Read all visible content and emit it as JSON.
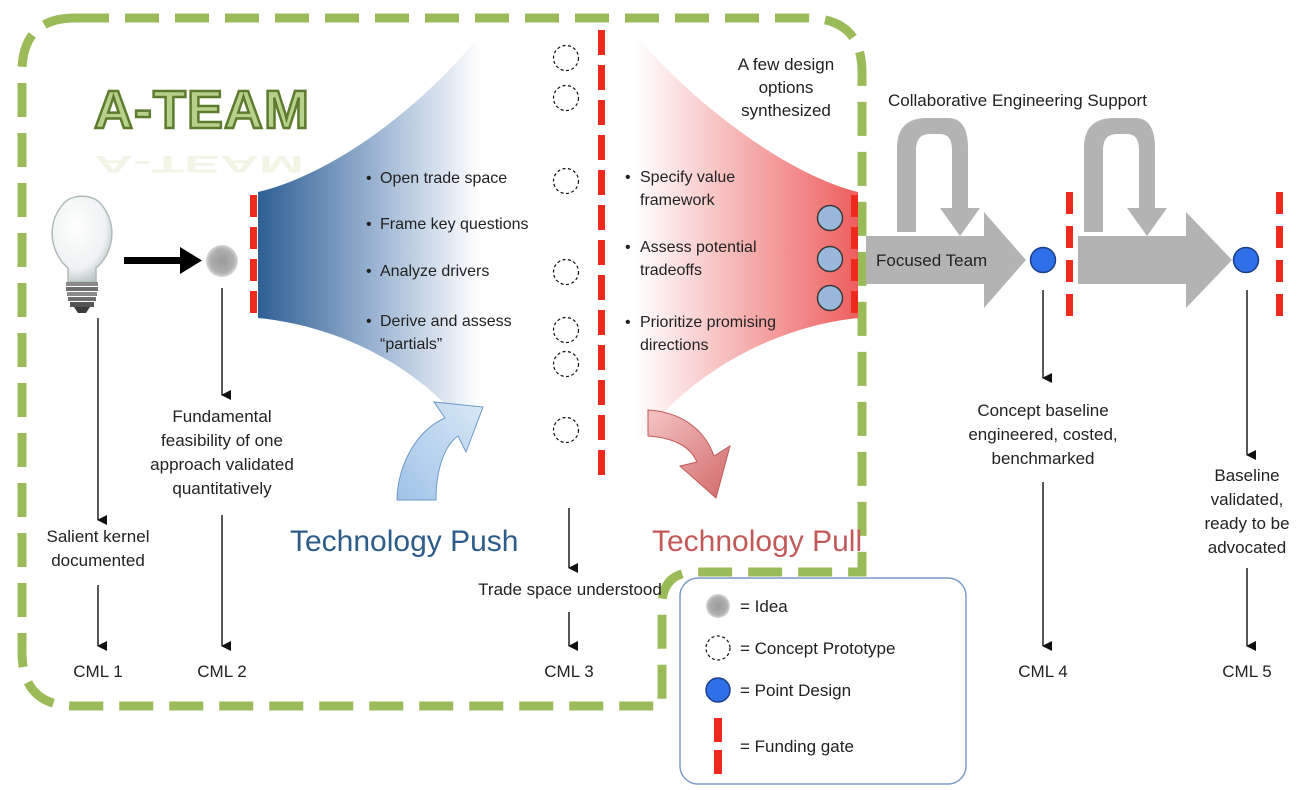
{
  "logo": {
    "text": "A-TEAM"
  },
  "phases": {
    "push": "Technology Push",
    "pull": "Technology Pull"
  },
  "push_bullets": [
    [
      "Open trade space"
    ],
    [
      "Frame key questions"
    ],
    [
      "Analyze drivers"
    ],
    [
      "Derive and assess",
      "“partials”"
    ]
  ],
  "pull_bullets": [
    [
      "Specify value",
      "framework"
    ],
    [
      "Assess potential",
      "tradeoffs"
    ],
    [
      "Prioritize promising",
      "directions"
    ]
  ],
  "synth_label": [
    "A few design",
    "options",
    "synthesized"
  ],
  "support_label": "Collaborative Engineering Support",
  "focused_team_label": "Focused Team",
  "milestones": {
    "cml1": {
      "desc": [
        "Salient kernel",
        "documented"
      ],
      "label": "CML 1"
    },
    "cml2": {
      "desc": [
        "Fundamental",
        "feasibility of one",
        "approach validated",
        "quantitatively"
      ],
      "label": "CML 2"
    },
    "cml3": {
      "desc": [
        "Trade space understood"
      ],
      "label": "CML 3"
    },
    "cml4": {
      "desc": [
        "Concept baseline",
        "engineered, costed,",
        "benchmarked"
      ],
      "label": "CML 4"
    },
    "cml5": {
      "desc": [
        "Baseline",
        "validated,",
        "ready to be",
        "advocated"
      ],
      "label": "CML 5"
    }
  },
  "legend": [
    {
      "label": "= Idea"
    },
    {
      "label": "= Concept Prototype"
    },
    {
      "label": "= Point Design"
    },
    {
      "label": "= Funding gate"
    }
  ],
  "colors": {
    "dashed_border": "#9bbb59",
    "funding_gate": "#ee2a1c",
    "point_design": "#2f6fe8",
    "selected_options": "#9ab8dc",
    "push_gradient": "#2e5f93",
    "pull_gradient": "#ee5f5f",
    "gray_arrow": "#b3b3b3"
  }
}
